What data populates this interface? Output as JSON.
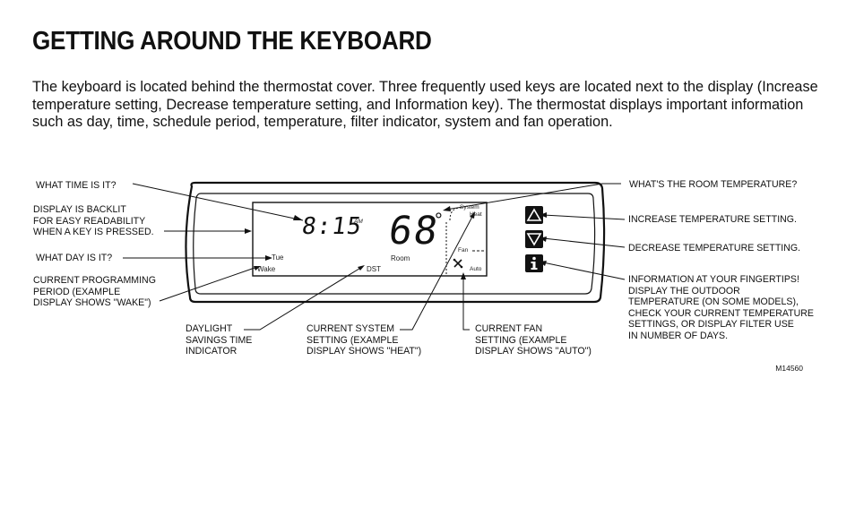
{
  "page": {
    "title": "GETTING AROUND THE KEYBOARD",
    "intro": "The keyboard is located behind the thermostat cover. Three frequently used keys are located next to the display (Increase temperature setting, Decrease temperature setting, and Information key). The thermostat displays important information such as day, time, schedule period, temperature, filter indicator, system and fan operation.",
    "figure_id": "M14560"
  },
  "display": {
    "time": "8:15",
    "ampm": "AM",
    "temperature": "68",
    "degree": "°",
    "day": "Tue",
    "period": "Wake",
    "dst": "DST",
    "room": "Room",
    "system_label": "System",
    "system_value": "Heat",
    "fan_label": "Fan",
    "fan_value": "Auto"
  },
  "callouts_left": {
    "time": "WHAT TIME IS IT?",
    "backlit": "DISPLAY IS BACKLIT\nFOR EASY READABILITY\nWHEN A KEY IS PRESSED.",
    "day": "WHAT DAY IS IT?",
    "period": "CURRENT PROGRAMMING\nPERIOD (EXAMPLE\nDISPLAY SHOWS \"WAKE\")"
  },
  "callouts_bottom": {
    "dst": "DAYLIGHT\nSAVINGS TIME\nINDICATOR",
    "system": "CURRENT SYSTEM\nSETTING (EXAMPLE\nDISPLAY SHOWS \"HEAT\")",
    "fan": "CURRENT FAN\nSETTING (EXAMPLE\nDISPLAY SHOWS \"AUTO\")"
  },
  "callouts_right": {
    "room_temp": "WHAT'S THE ROOM TEMPERATURE?",
    "increase": "INCREASE TEMPERATURE SETTING.",
    "decrease": "DECREASE TEMPERATURE SETTING.",
    "info": "INFORMATION AT YOUR FINGERTIPS!\nDISPLAY THE OUTDOOR\nTEMPERATURE (ON SOME MODELS),\nCHECK YOUR CURRENT TEMPERATURE\nSETTINGS, OR DISPLAY FILTER USE\nIN NUMBER OF DAYS."
  },
  "keys": {
    "increase_icon": "up-triangle-icon",
    "decrease_icon": "down-triangle-icon",
    "info_icon": "info-icon"
  }
}
